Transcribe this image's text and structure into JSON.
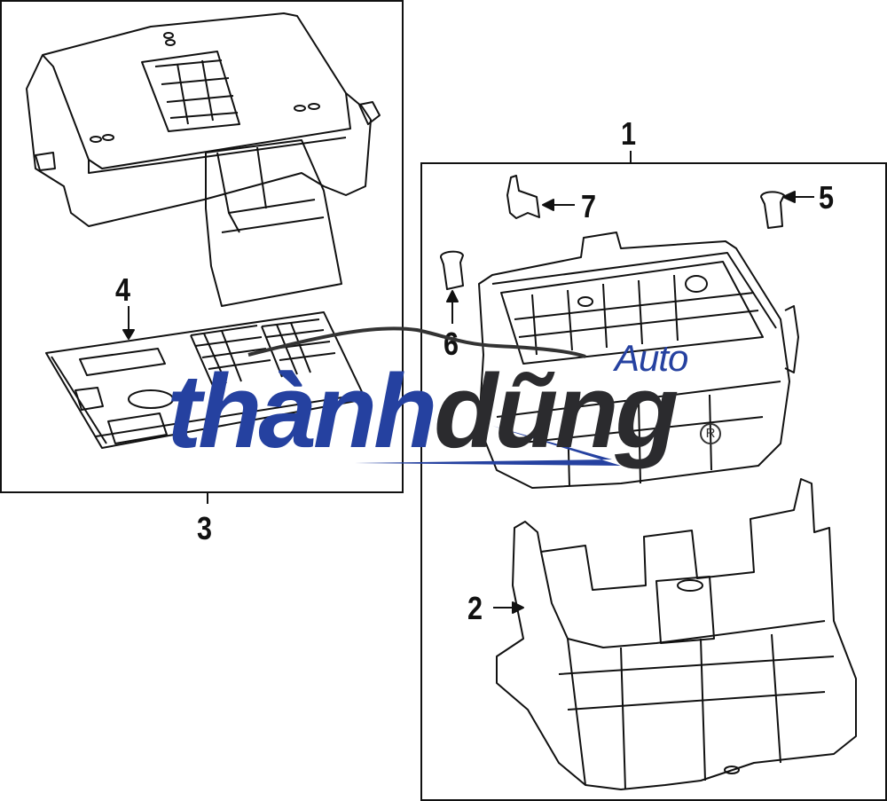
{
  "diagram": {
    "type": "exploded parts diagram",
    "subject": "fuse and relay box assembly",
    "callouts": [
      {
        "id": "1",
        "label": "1",
        "target": "fuse box assembly (right frame)"
      },
      {
        "id": "2",
        "label": "2",
        "target": "lower bracket / holder"
      },
      {
        "id": "3",
        "label": "3",
        "target": "cover assembly (left frame)"
      },
      {
        "id": "4",
        "label": "4",
        "target": "cover label plate"
      },
      {
        "id": "5",
        "label": "5",
        "target": "small fuse / clip"
      },
      {
        "id": "6",
        "label": "6",
        "target": "small fuse / clip"
      },
      {
        "id": "7",
        "label": "7",
        "target": "fuse puller / clip"
      }
    ],
    "line_color": "#111111",
    "background": "#ffffff"
  },
  "watermark": {
    "part1": "thành",
    "part2": "dũng",
    "suffix": "Auto",
    "registered": "R",
    "blue": "#2541a0",
    "dark": "#2b2b2e"
  }
}
